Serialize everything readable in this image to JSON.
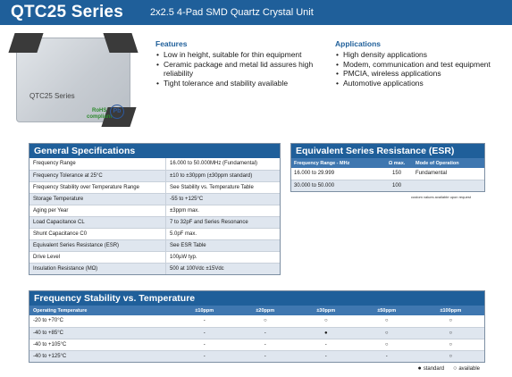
{
  "header": {
    "series": "QTC25 Series",
    "subtitle": "2x2.5 4-Pad SMD Quartz Crystal Unit"
  },
  "product": {
    "chip_label": "QTC25 Series",
    "rohs_label": "RoHS",
    "rohs_sub": "compliant",
    "pb_label": "Pb"
  },
  "features": {
    "heading": "Features",
    "items": [
      "Low in height, suitable for thin equipment",
      "Ceramic package and metal lid assures high reliability",
      "Tight tolerance and stability available"
    ]
  },
  "applications": {
    "heading": "Applications",
    "items": [
      "High density applications",
      "Modem, communication and test equipment",
      "PMCIA, wireless applications",
      "Automotive applications"
    ]
  },
  "general_specs": {
    "heading": "General Specifications",
    "rows": [
      {
        "label": "Frequency Range",
        "value": "16.000 to 50.000MHz (Fundamental)"
      },
      {
        "label": "Frequency Tolerance at 25°C",
        "value": "±10 to ±30ppm (±30ppm standard)"
      },
      {
        "label": "Frequency Stability over Temperature Range",
        "value": "See Stability vs. Temperature Table"
      },
      {
        "label": "Storage Temperature",
        "value": "-55 to +125°C"
      },
      {
        "label": "Aging per Year",
        "value": "±3ppm max."
      },
      {
        "label": "Load Capacitance CL",
        "value": "7 to 32pF and Series Resonance"
      },
      {
        "label": "Shunt Capacitance C0",
        "value": "5.0pF max."
      },
      {
        "label": "Equivalent Series Resistance (ESR)",
        "value": "See ESR Table"
      },
      {
        "label": "Drive Level",
        "value": "100µW typ."
      },
      {
        "label": "Insulation Resistance (MΩ)",
        "value": "500 at 100Vdc ±15Vdc"
      }
    ]
  },
  "esr": {
    "heading": "Equivalent Series Resistance (ESR)",
    "columns": [
      "Frequency Range - MHz",
      "Ω max.",
      "Mode of Operation"
    ],
    "rows": [
      {
        "range": "16.000   to   29.999",
        "ohm": "150",
        "mode": "Fundamental"
      },
      {
        "range": "30.000   to   50.000",
        "ohm": "100",
        "mode": ""
      }
    ],
    "note": "custom values available upon request"
  },
  "freq_stability": {
    "heading": "Frequency Stability vs. Temperature",
    "columns": [
      "Operating Temperature",
      "±10ppm",
      "±20ppm",
      "±30ppm",
      "±50ppm",
      "±100ppm"
    ],
    "rows": [
      {
        "temp": "-20 to +70°C",
        "cells": [
          "-",
          "○",
          "○",
          "○",
          "○"
        ]
      },
      {
        "temp": "-40 to +85°C",
        "cells": [
          "-",
          "-",
          "●",
          "○",
          "○"
        ]
      },
      {
        "temp": "-40 to +105°C",
        "cells": [
          "-",
          "-",
          "-",
          "○",
          "○"
        ]
      },
      {
        "temp": "-40 to +125°C",
        "cells": [
          "-",
          "-",
          "-",
          "-",
          "○"
        ]
      }
    ],
    "legend": {
      "standard_symbol": "●",
      "standard": "standard",
      "available_symbol": "○",
      "available": "available"
    }
  }
}
